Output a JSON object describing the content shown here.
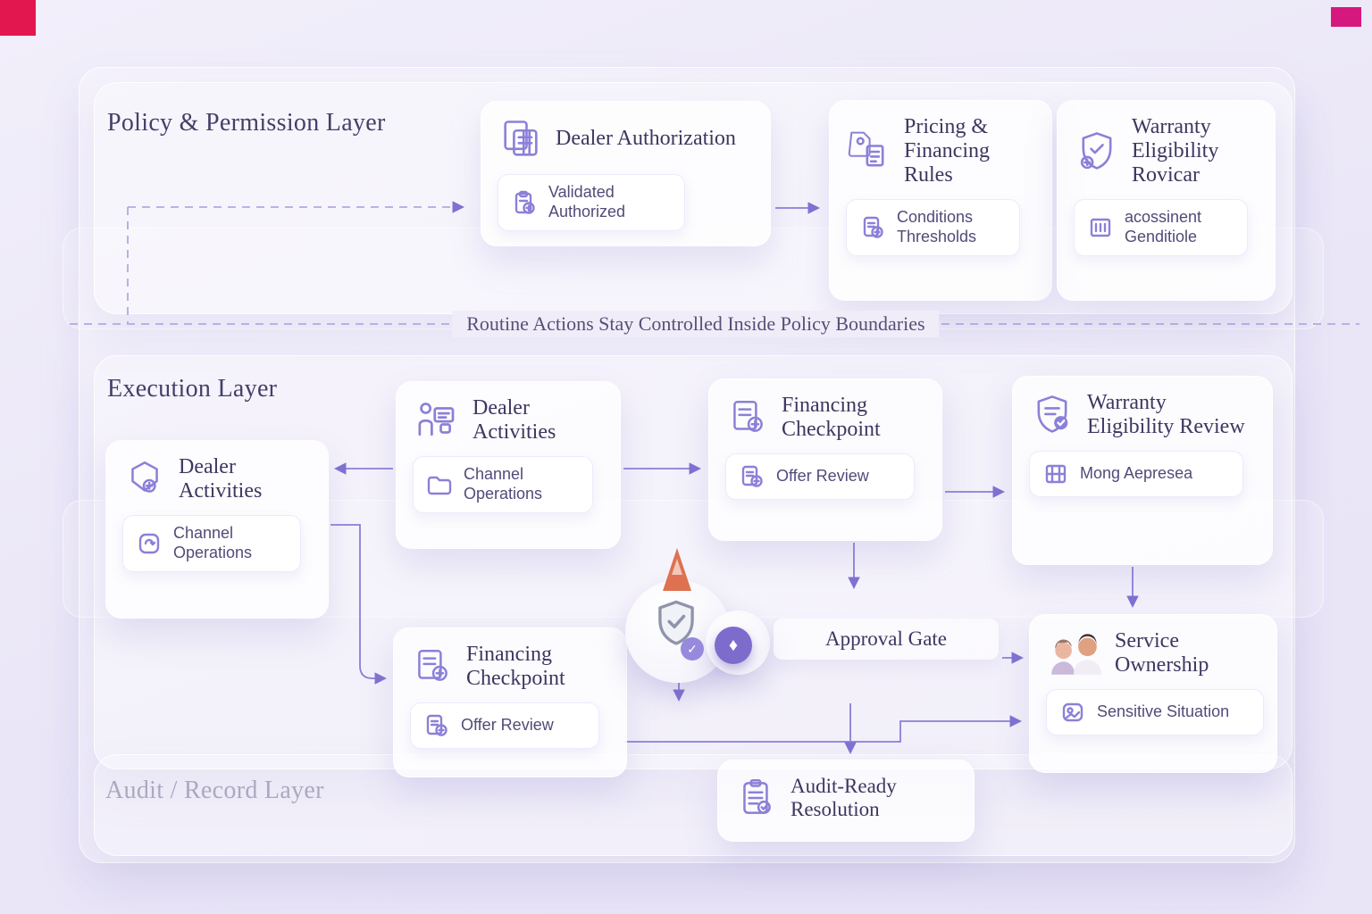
{
  "colors": {
    "accent_purple": "#8b80d8",
    "arrow_purple": "#7e72d2",
    "warning_orange": "#dd7150",
    "corner_red": "#e3174f",
    "corner_magenta": "#d6187e",
    "title_ink": "#3d3760",
    "background": "#eae6f7"
  },
  "divider": {
    "label": "Routine Actions Stay Controlled Inside Policy Boundaries"
  },
  "layers": {
    "policy": "Policy & Permission Layer",
    "execution": "Execution Layer",
    "audit": "Audit / Record Layer"
  },
  "cards": {
    "dealer_authorization": {
      "title": "Dealer Authorization",
      "sub": "Validated Authorized"
    },
    "pricing_rules": {
      "title": "Pricing & Financing Rules",
      "sub": "Conditions Thresholds"
    },
    "warranty_policy": {
      "title": "Warranty Eligibility Rovicar",
      "sub": "acossinent Genditiole"
    },
    "dealer_activities_left": {
      "title": "Dealer Activities",
      "sub": "Channel Operations"
    },
    "dealer_activities_center": {
      "title": "Dealer Activities",
      "sub": "Channel Operations"
    },
    "financing_checkpoint_top": {
      "title": "Financing Checkpoint",
      "sub": "Offer Review"
    },
    "warranty_review": {
      "title": "Warranty Eligibility Review",
      "sub": "Mong Aepresea"
    },
    "financing_checkpoint_bottom": {
      "title": "Financing Checkpoint",
      "sub": "Offer Review"
    },
    "approval_gate": {
      "label": "Approval Gate"
    },
    "service_ownership": {
      "title": "Service Ownership",
      "sub": "Sensitive Situation"
    },
    "audit_ready": {
      "title": "Audit-Ready Resolution"
    }
  }
}
